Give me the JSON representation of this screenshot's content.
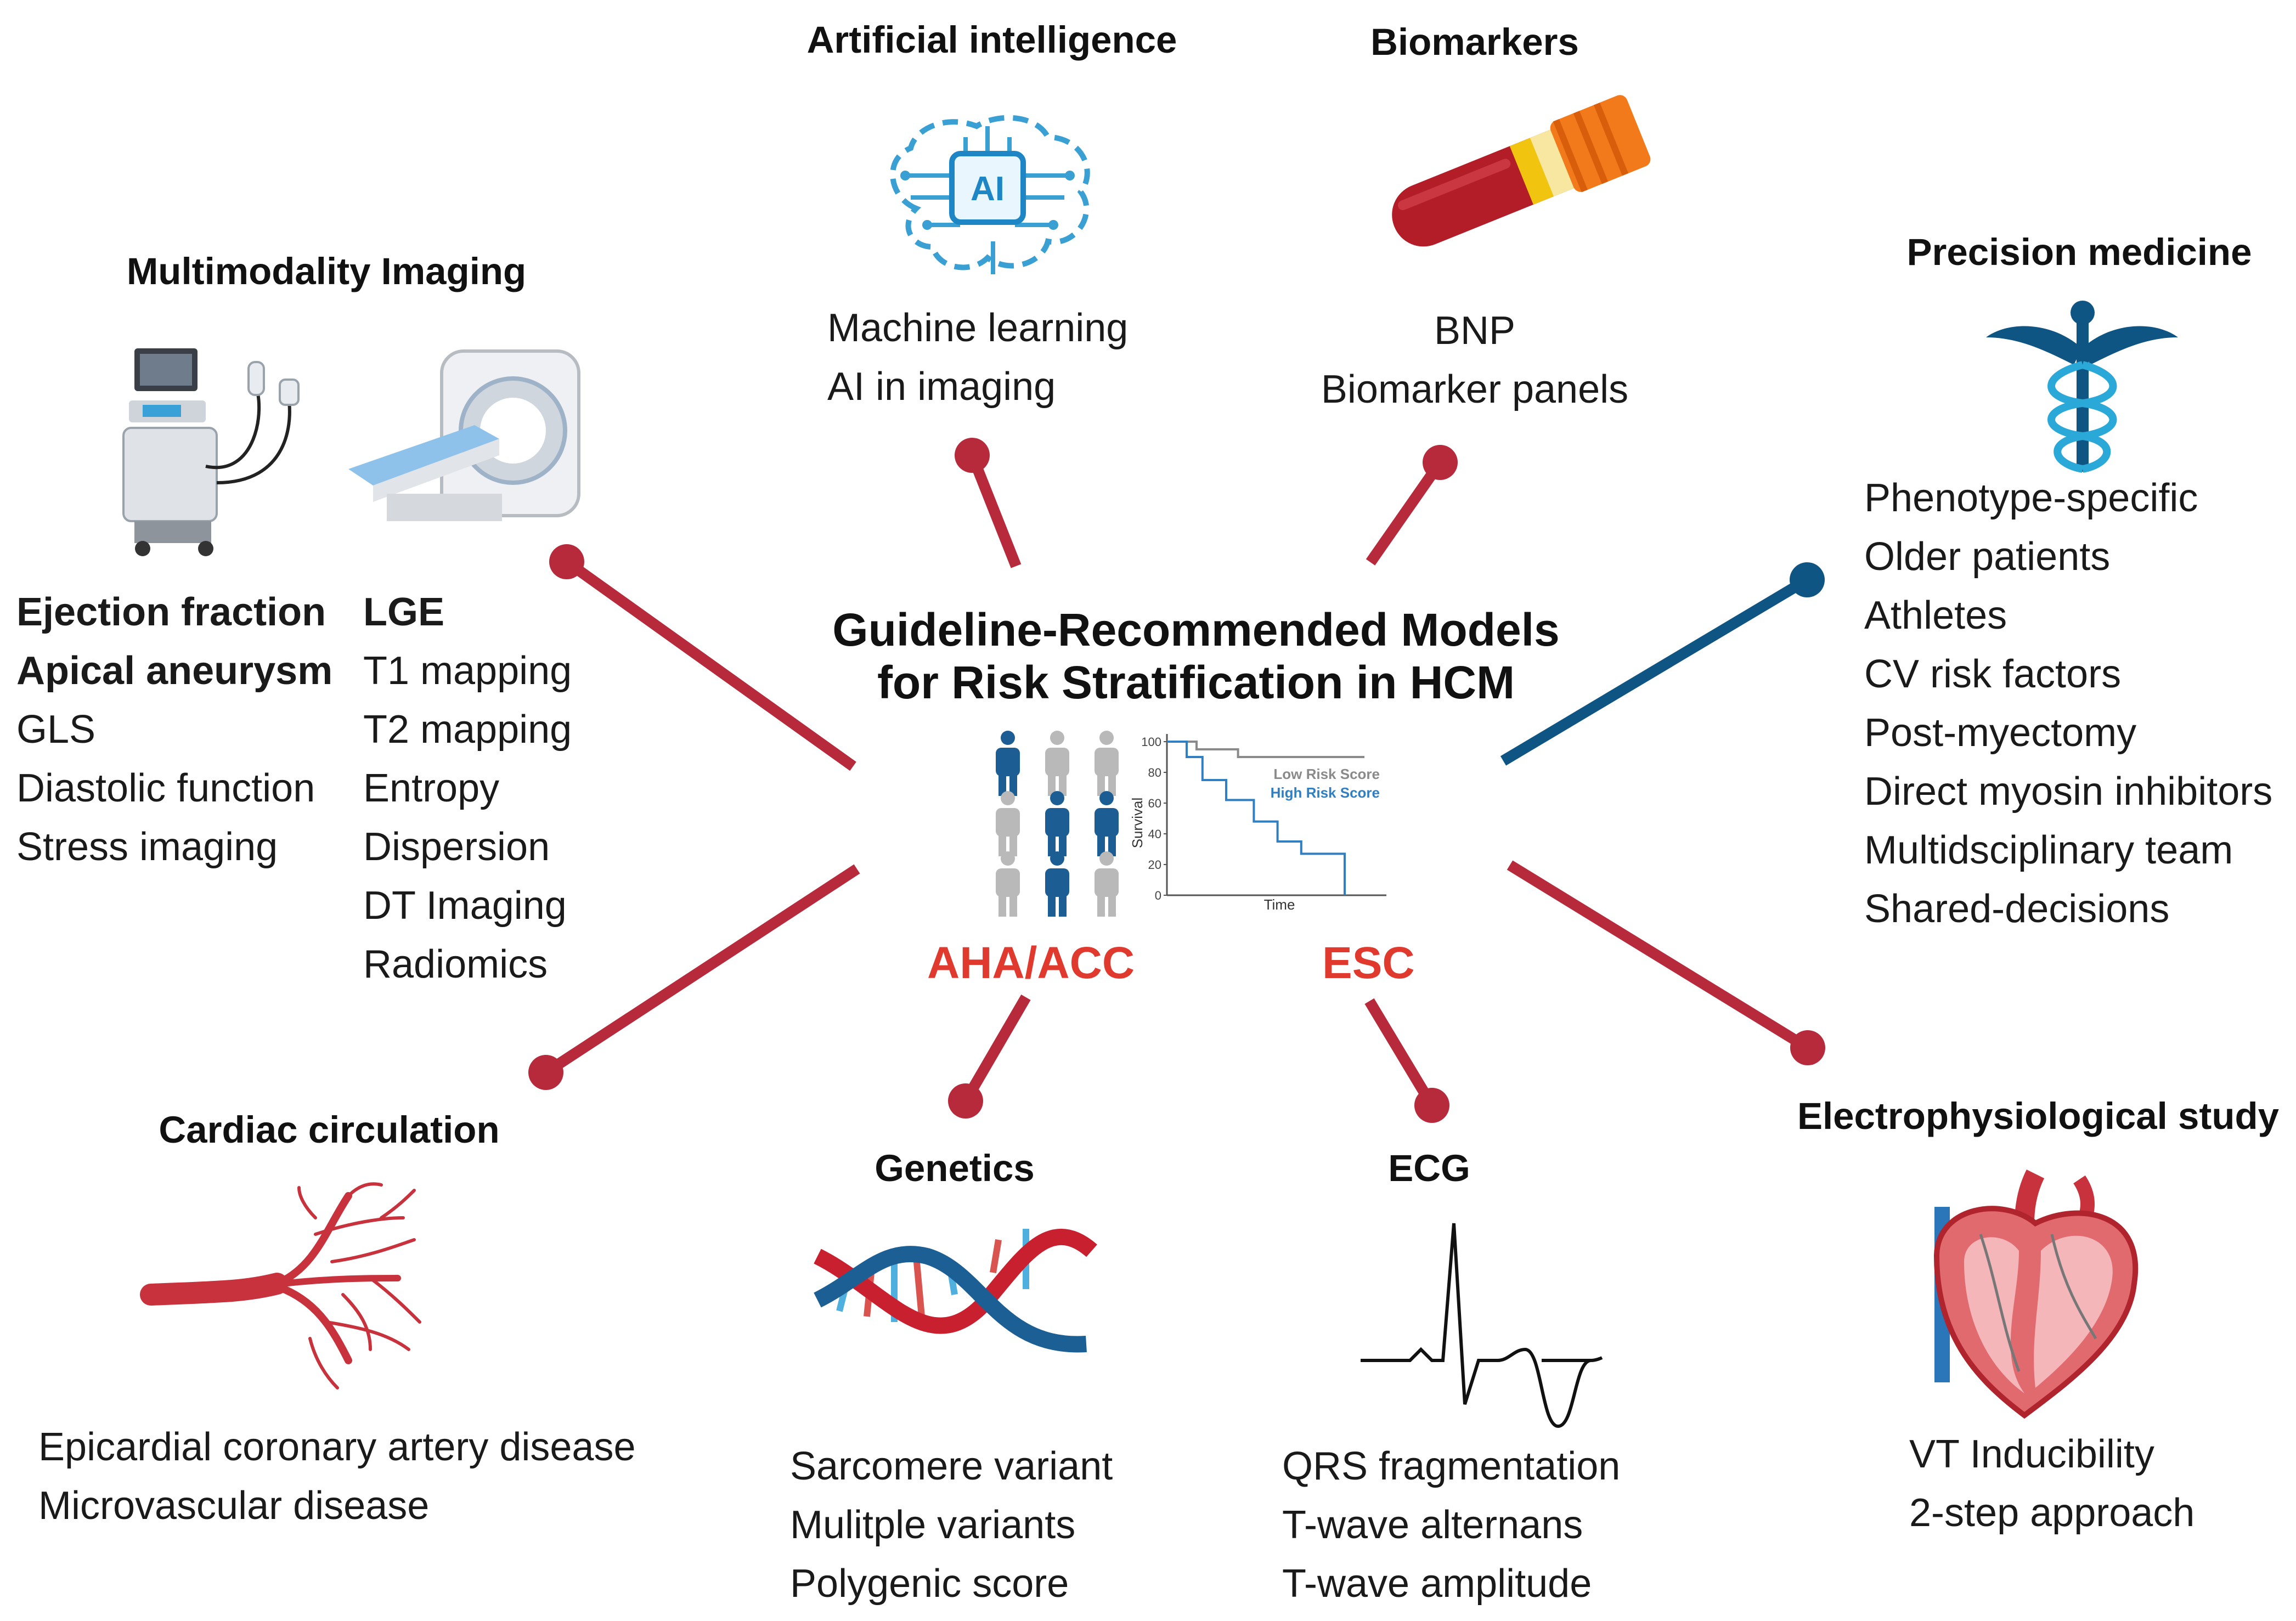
{
  "colors": {
    "spoke_red": "#b72a3b",
    "spoke_blue": "#0f5583",
    "guideline_red": "#e03a2f",
    "chart_blue": "#2f7fc2",
    "chart_grey": "#8a8a8a"
  },
  "center": {
    "title_line1": "Guideline-Recommended Models",
    "title_line2": "for Risk Stratification in HCM",
    "guideline_left": "AHA/ACC",
    "guideline_right": "ESC",
    "chart": {
      "legend_low": "Low Risk Score",
      "legend_high": "High Risk Score",
      "ylabel": "Survival",
      "xlabel": "Time",
      "yticks": [
        "100",
        "80",
        "60",
        "40",
        "20",
        "0"
      ]
    }
  },
  "chart_data": {
    "type": "line",
    "title": "",
    "xlabel": "Time",
    "ylabel": "Survival",
    "ylim": [
      0,
      100
    ],
    "yticks": [
      0,
      20,
      40,
      60,
      80,
      100
    ],
    "series": [
      {
        "name": "Low Risk Score",
        "color": "#8a8a8a",
        "x": [
          0,
          1.5,
          1.5,
          3.6,
          3.6,
          10.0
        ],
        "y": [
          100,
          100,
          95,
          95,
          90,
          90
        ]
      },
      {
        "name": "High Risk Score",
        "color": "#2f7fc2",
        "x": [
          0,
          1.0,
          1.0,
          1.8,
          1.8,
          3.0,
          3.0,
          4.4,
          4.4,
          5.6,
          5.6,
          6.8,
          6.8,
          9.0,
          9.0
        ],
        "y": [
          100,
          100,
          90,
          90,
          75,
          75,
          62,
          62,
          48,
          48,
          35,
          35,
          27,
          27,
          0
        ]
      }
    ]
  },
  "sections": {
    "ai": {
      "heading": "Artificial intelligence",
      "items": [
        "Machine learning",
        "AI in imaging"
      ],
      "icon": "ai-brain-icon",
      "icon_text": "AI"
    },
    "biomarkers": {
      "heading": "Biomarkers",
      "items": [
        "BNP",
        "Biomarker panels"
      ],
      "icon": "blood-tube-icon"
    },
    "imaging": {
      "heading": "Multimodality Imaging",
      "col1_bold": [
        "Ejection fraction",
        "Apical aneurysm"
      ],
      "col1": [
        "GLS",
        "Diastolic function",
        "Stress imaging"
      ],
      "col2_bold": [
        "LGE"
      ],
      "col2": [
        "T1 mapping",
        "T2 mapping",
        "Entropy",
        "Dispersion",
        "DT Imaging",
        "Radiomics"
      ],
      "icons": [
        "ultrasound-machine-icon",
        "mri-scanner-icon"
      ]
    },
    "precision": {
      "heading": "Precision medicine",
      "items": [
        "Phenotype-specific",
        "Older patients",
        "Athletes",
        "CV risk factors",
        "Post-myectomy",
        "Direct myosin inhibitors",
        "Multidsciplinary team",
        "Shared-decisions"
      ],
      "icon": "caduceus-icon"
    },
    "circulation": {
      "heading": "Cardiac circulation",
      "items": [
        "Epicardial coronary artery disease",
        "Microvascular disease"
      ],
      "icon": "coronary-vessel-icon"
    },
    "genetics": {
      "heading": "Genetics",
      "items": [
        "Sarcomere variant",
        "Mulitple variants",
        "Polygenic score"
      ],
      "icon": "dna-icon"
    },
    "ecg": {
      "heading": "ECG",
      "items": [
        "QRS fragmentation",
        "T-wave alternans",
        "T-wave amplitude"
      ],
      "icon": "ecg-waveform-icon"
    },
    "ep": {
      "heading": "Electrophysiological study",
      "items": [
        "VT Inducibility",
        "2-step approach"
      ],
      "icon": "heart-anatomy-icon"
    }
  }
}
